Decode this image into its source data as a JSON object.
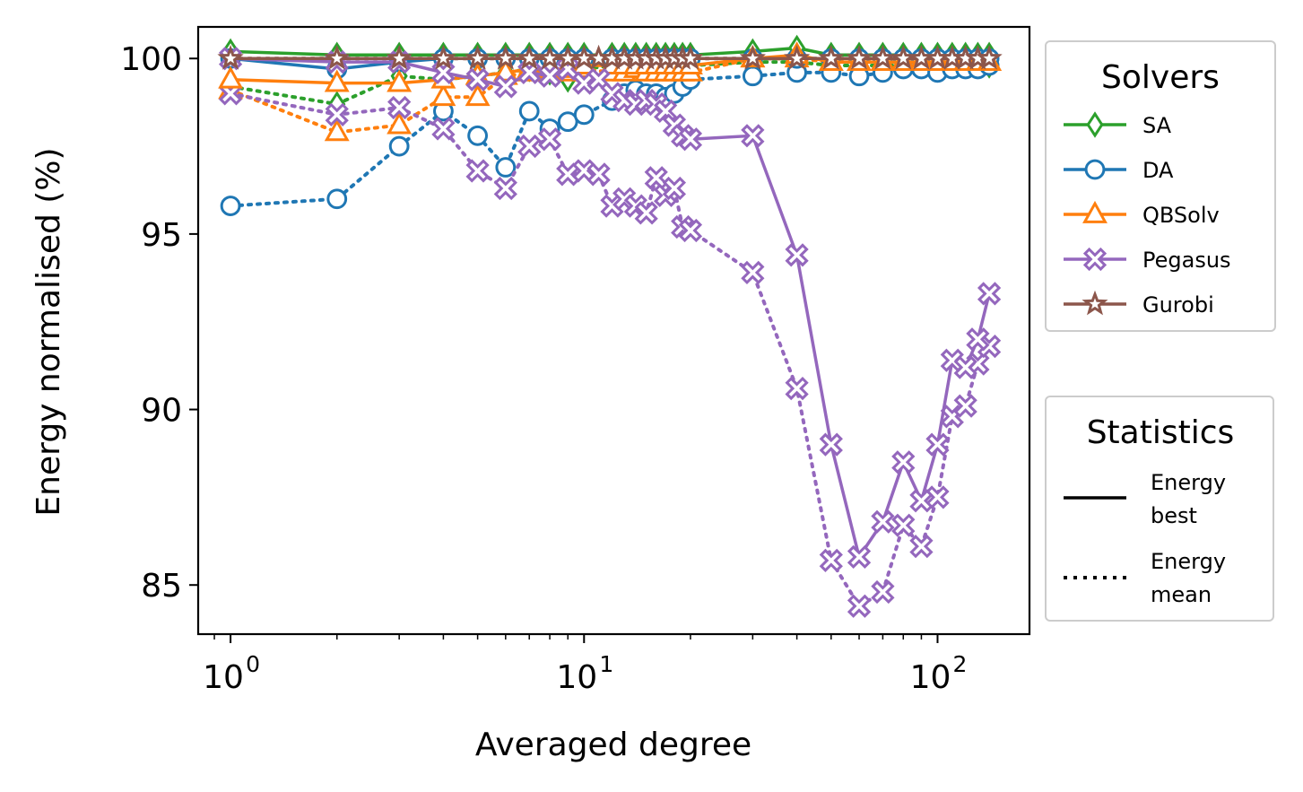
{
  "chart_data": {
    "type": "line",
    "xlabel": "Averaged degree",
    "ylabel": "Energy normalised (%)",
    "xscale": "log",
    "xlim": [
      0.81,
      182
    ],
    "ylim": [
      83.6,
      100.9
    ],
    "x_ticks": [
      {
        "value": 1,
        "base": "10",
        "exp": "0"
      },
      {
        "value": 10,
        "base": "10",
        "exp": "1"
      },
      {
        "value": 100,
        "base": "10",
        "exp": "2"
      }
    ],
    "y_ticks": [
      85,
      90,
      95,
      100
    ],
    "grid": false,
    "legend_solvers": {
      "title": "Solvers",
      "placement": "upper-right-outside",
      "items": [
        {
          "label": "SA",
          "color": "#2ca02c",
          "marker": "diamond"
        },
        {
          "label": "DA",
          "color": "#1f77b4",
          "marker": "circle"
        },
        {
          "label": "QBSolv",
          "color": "#ff7f0e",
          "marker": "triangle"
        },
        {
          "label": "Pegasus",
          "color": "#9467bd",
          "marker": "x"
        },
        {
          "label": "Gurobi",
          "color": "#8c564b",
          "marker": "star"
        }
      ]
    },
    "legend_statistics": {
      "title": "Statistics",
      "placement": "lower-right-outside",
      "items": [
        {
          "label_line1": "Energy",
          "label_line2": "best",
          "style": "solid"
        },
        {
          "label_line1": "Energy",
          "label_line2": "mean",
          "style": "dotted"
        }
      ]
    },
    "series": [
      {
        "solver": "SA",
        "stat": "best",
        "color": "#2ca02c",
        "marker": "diamond",
        "x": [
          1,
          2,
          3,
          4,
          5,
          6,
          7,
          8,
          9,
          10,
          12,
          13,
          14,
          15,
          16,
          17,
          18,
          19,
          20,
          30,
          40,
          50,
          60,
          70,
          80,
          90,
          100,
          110,
          120,
          130,
          140
        ],
        "y": [
          100.2,
          100.1,
          100.1,
          100.1,
          100.1,
          100.1,
          100.1,
          100.1,
          100.1,
          100.1,
          100.1,
          100.1,
          100.1,
          100.1,
          100.1,
          100.1,
          100.1,
          100.1,
          100.1,
          100.2,
          100.3,
          100.1,
          100.1,
          100.1,
          100.1,
          100.1,
          100.1,
          100.1,
          100.1,
          100.1,
          100.1
        ]
      },
      {
        "solver": "SA",
        "stat": "mean",
        "color": "#2ca02c",
        "marker": "diamond",
        "x": [
          1,
          2,
          3,
          4,
          5,
          6,
          7,
          8,
          9,
          10,
          12,
          13,
          14,
          15,
          16,
          17,
          18,
          19,
          20,
          30,
          40,
          50,
          60,
          70,
          80,
          90,
          100,
          110,
          120,
          130,
          140
        ],
        "y": [
          99.2,
          98.7,
          99.5,
          99.4,
          99.5,
          99.6,
          99.7,
          99.6,
          99.4,
          99.7,
          99.8,
          99.8,
          99.8,
          99.8,
          99.8,
          99.8,
          99.8,
          99.8,
          99.8,
          99.9,
          99.9,
          99.8,
          99.8,
          99.8,
          99.8,
          99.8,
          99.8,
          99.8,
          99.8,
          99.8,
          99.8
        ]
      },
      {
        "solver": "DA",
        "stat": "best",
        "color": "#1f77b4",
        "marker": "circle",
        "x": [
          1,
          2,
          3,
          4,
          5,
          6,
          7,
          8,
          9,
          10,
          12,
          13,
          14,
          15,
          16,
          17,
          18,
          19,
          20,
          30,
          40,
          50,
          60,
          70,
          80,
          90,
          100,
          110,
          120,
          130,
          140
        ],
        "y": [
          100.0,
          99.7,
          99.9,
          100.0,
          100.0,
          100.0,
          100.0,
          100.0,
          100.0,
          100.0,
          100.0,
          100.0,
          100.0,
          100.0,
          100.0,
          100.0,
          100.0,
          100.0,
          100.0,
          100.0,
          100.0,
          100.0,
          100.0,
          100.0,
          100.0,
          100.0,
          100.0,
          100.0,
          100.0,
          100.0,
          100.0
        ]
      },
      {
        "solver": "DA",
        "stat": "mean",
        "color": "#1f77b4",
        "marker": "circle",
        "x": [
          1,
          2,
          3,
          4,
          5,
          6,
          7,
          8,
          9,
          10,
          12,
          13,
          14,
          15,
          16,
          17,
          18,
          19,
          20,
          30,
          40,
          50,
          60,
          70,
          80,
          90,
          100,
          110,
          120,
          130,
          140
        ],
        "y": [
          95.8,
          96.0,
          97.5,
          98.5,
          97.8,
          96.9,
          98.5,
          98.0,
          98.2,
          98.4,
          98.8,
          99.0,
          99.1,
          99.0,
          99.0,
          98.9,
          99.0,
          99.2,
          99.4,
          99.5,
          99.6,
          99.6,
          99.5,
          99.6,
          99.7,
          99.7,
          99.6,
          99.7,
          99.7,
          99.7,
          99.8
        ]
      },
      {
        "solver": "QBSolv",
        "stat": "best",
        "color": "#ff7f0e",
        "marker": "triangle",
        "x": [
          1,
          2,
          3,
          4,
          5,
          6,
          7,
          8,
          9,
          10,
          12,
          13,
          14,
          15,
          16,
          17,
          18,
          19,
          20,
          30,
          40,
          50,
          60,
          70,
          80,
          90,
          100,
          110,
          120,
          130,
          140
        ],
        "y": [
          99.4,
          99.3,
          99.3,
          99.4,
          99.5,
          99.6,
          99.7,
          99.7,
          99.7,
          99.8,
          99.8,
          99.8,
          99.8,
          99.8,
          99.8,
          99.8,
          99.8,
          99.8,
          99.8,
          100.0,
          100.1,
          99.9,
          99.9,
          99.9,
          99.9,
          99.9,
          99.9,
          99.9,
          99.9,
          99.9,
          99.9
        ]
      },
      {
        "solver": "QBSolv",
        "stat": "mean",
        "color": "#ff7f0e",
        "marker": "triangle",
        "x": [
          1,
          2,
          3,
          4,
          5,
          6,
          7,
          8,
          9,
          10,
          12,
          13,
          14,
          15,
          16,
          17,
          18,
          19,
          20,
          30,
          40,
          50,
          60,
          70,
          80,
          90,
          100,
          110,
          120,
          130,
          140
        ],
        "y": [
          99.1,
          97.9,
          98.1,
          98.9,
          98.9,
          99.5,
          99.6,
          99.6,
          99.6,
          99.7,
          99.6,
          99.6,
          99.7,
          99.6,
          99.6,
          99.6,
          99.6,
          99.6,
          99.6,
          100.0,
          100.0,
          99.9,
          99.9,
          99.9,
          99.9,
          99.9,
          99.9,
          99.9,
          99.9,
          99.9,
          99.9
        ]
      },
      {
        "solver": "Pegasus",
        "stat": "best",
        "color": "#9467bd",
        "marker": "x",
        "x": [
          1,
          2,
          3,
          4,
          5,
          6,
          7,
          8,
          9,
          10,
          11,
          12,
          13,
          14,
          15,
          16,
          17,
          18,
          19,
          20,
          30,
          40,
          50,
          60,
          70,
          80,
          90,
          100,
          110,
          120,
          130,
          140
        ],
        "y": [
          100.0,
          99.9,
          99.9,
          99.6,
          99.4,
          99.2,
          99.6,
          99.5,
          99.7,
          99.3,
          99.4,
          99.0,
          98.8,
          98.7,
          98.8,
          98.7,
          98.5,
          98.1,
          97.8,
          97.7,
          97.8,
          94.4,
          89.0,
          85.8,
          86.8,
          88.5,
          87.4,
          89.0,
          91.4,
          91.2,
          92.0,
          93.3
        ]
      },
      {
        "solver": "Pegasus",
        "stat": "mean",
        "color": "#9467bd",
        "marker": "x",
        "x": [
          1,
          2,
          3,
          4,
          5,
          6,
          7,
          8,
          9,
          10,
          11,
          12,
          13,
          14,
          15,
          16,
          17,
          18,
          19,
          20,
          30,
          40,
          50,
          60,
          70,
          80,
          90,
          100,
          110,
          120,
          130,
          140
        ],
        "y": [
          99.0,
          98.4,
          98.6,
          98.0,
          96.8,
          96.3,
          97.5,
          97.7,
          96.7,
          96.8,
          96.7,
          95.8,
          96.0,
          95.8,
          95.6,
          96.6,
          96.1,
          96.3,
          95.2,
          95.1,
          93.9,
          90.6,
          85.7,
          84.4,
          84.8,
          86.7,
          86.1,
          87.5,
          89.8,
          90.1,
          91.3,
          91.8
        ]
      },
      {
        "solver": "Gurobi",
        "stat": "best",
        "color": "#8c564b",
        "marker": "star",
        "x": [
          1,
          2,
          3,
          4,
          5,
          6,
          7,
          8,
          9,
          10,
          11,
          12,
          13,
          14,
          15,
          16,
          17,
          18,
          19,
          20,
          30,
          40,
          50,
          60,
          70,
          80,
          90,
          100,
          110,
          120,
          130,
          140
        ],
        "y": [
          100.0,
          100.0,
          100.0,
          100.0,
          100.0,
          100.0,
          100.0,
          100.0,
          100.0,
          100.0,
          100.0,
          100.0,
          100.0,
          100.0,
          100.0,
          100.0,
          100.0,
          100.0,
          100.0,
          100.0,
          100.0,
          100.0,
          100.0,
          100.0,
          100.0,
          100.0,
          100.0,
          100.0,
          100.0,
          100.0,
          100.0,
          100.0
        ]
      },
      {
        "solver": "Gurobi",
        "stat": "mean",
        "color": "#8c564b",
        "marker": "star",
        "x": [
          1,
          2,
          3,
          4,
          5,
          6,
          7,
          8,
          9,
          10,
          11,
          12,
          13,
          14,
          15,
          16,
          17,
          18,
          19,
          20,
          30,
          40,
          50,
          60,
          70,
          80,
          90,
          100,
          110,
          120,
          130,
          140
        ],
        "y": [
          100.0,
          100.0,
          100.0,
          100.0,
          100.0,
          100.0,
          100.0,
          100.0,
          100.0,
          100.0,
          100.0,
          100.0,
          100.0,
          100.0,
          100.0,
          100.0,
          100.0,
          100.0,
          100.0,
          100.0,
          100.0,
          100.0,
          100.0,
          100.0,
          100.0,
          100.0,
          100.0,
          100.0,
          100.0,
          100.0,
          100.0,
          100.0
        ]
      }
    ]
  }
}
